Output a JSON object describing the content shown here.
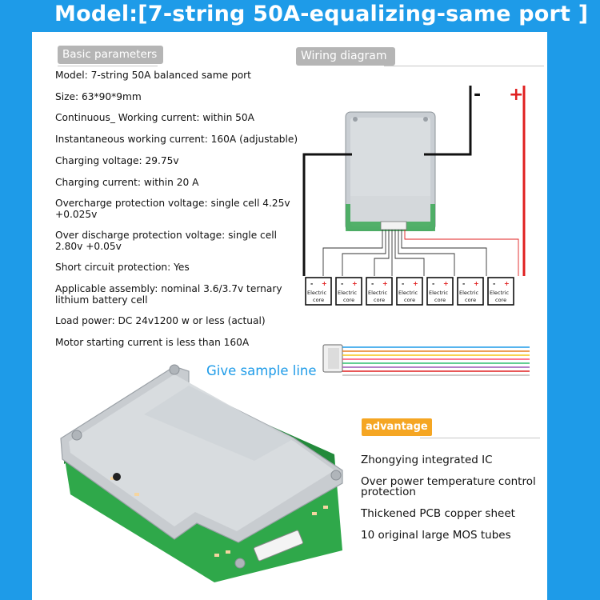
{
  "title": "Model:[7-string 50A-equalizing-same port ]",
  "basic_tag": "Basic parameters",
  "wiring_tag": "Wiring diagram",
  "params": [
    "Model: 7-string 50A balanced same port",
    "Size: 63*90*9mm",
    "Continuous_ Working current: within 50A",
    "Instantaneous working current: 160A (adjustable)",
    "Charging voltage: 29.75v",
    "Charging current: within 20 A",
    "Overcharge protection voltage: single cell 4.25v +0.025v",
    "Over discharge protection voltage: single cell 2.80v +0.05v",
    "Short circuit protection: Yes",
    "Applicable assembly: nominal 3.6/3.7v ternary lithium battery cell",
    "Load power: DC 24v1200 w or less (actual)",
    "Motor starting current is less than 160A"
  ],
  "wiring": {
    "minus": "-",
    "plus": "+",
    "cell_label_line1": "Electric",
    "cell_label_line2": "core",
    "cell_minus": "-",
    "cell_plus": "+"
  },
  "sample_line": "Give sample line",
  "advantage_tag": "advantage",
  "advantages": [
    "Zhongying integrated IC",
    "Over power temperature control protection",
    "Thickened PCB copper sheet",
    "10 original large MOS tubes"
  ],
  "colors": {
    "brand_blue": "#1e9be8",
    "tag_gray": "#b5b5b5",
    "advantage_orange": "#f5a623",
    "wire_red": "#e02020",
    "pcb_green": "#2fa84a"
  }
}
